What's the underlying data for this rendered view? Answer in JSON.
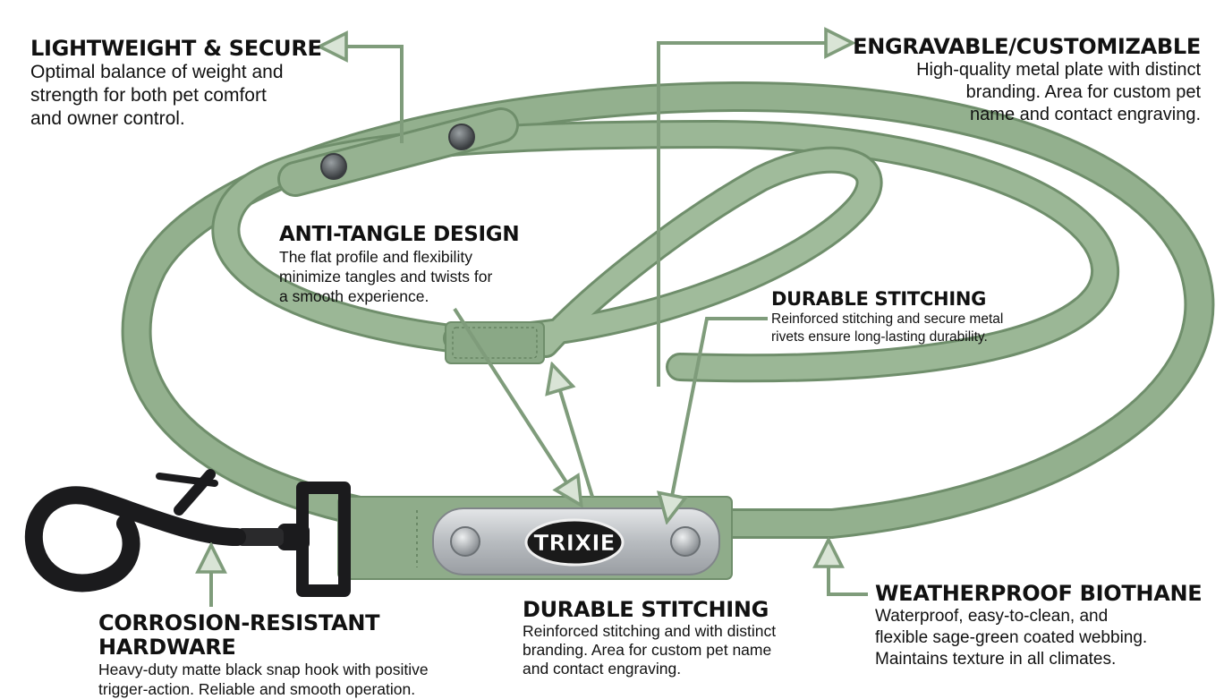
{
  "product": {
    "brand_logo_text": "TRIXIE",
    "leash_color": "#8fac8a",
    "leash_edge_color": "#6f8e6b",
    "arrow_color": "#8aa786",
    "hardware_color": "#1b1b1d",
    "plate_color": "#c9cccf"
  },
  "callouts": {
    "lightweight": {
      "title": "LIGHTWEIGHT & SECURE",
      "lines": [
        "Optimal balance of weight and",
        "strength for both pet comfort",
        "and owner control."
      ]
    },
    "engravable": {
      "title": "ENGRAVABLE/CUSTOMIZABLE",
      "lines": [
        "High-quality metal plate with distinct",
        "branding. Area for custom pet",
        "name and contact engraving."
      ]
    },
    "anti_tangle": {
      "title": "ANTI-TANGLE DESIGN",
      "lines": [
        "The flat profile and flexibility",
        "minimize tangles and twists for",
        "a smooth experience."
      ]
    },
    "stitching_top": {
      "title": "DURABLE STITCHING",
      "lines": [
        "Reinforced stitching and secure metal",
        "rivets ensure long-lasting durability."
      ]
    },
    "corrosion": {
      "title": "CORROSION-RESISTANT HARDWARE",
      "lines": [
        "Heavy-duty matte black snap hook with positive",
        "trigger-action. Reliable and smooth operation."
      ]
    },
    "stitching_bottom": {
      "title": "DURABLE STITCHING",
      "lines": [
        "Reinforced stitching and with distinct",
        "branding. Area for custom pet name",
        "and contact engraving."
      ]
    },
    "weatherproof": {
      "title": "WEATHERPROOF BIOTHANE",
      "lines": [
        "Waterproof, easy-to-clean, and",
        "flexible sage-green coated webbing.",
        "Maintains texture in all climates."
      ]
    }
  }
}
